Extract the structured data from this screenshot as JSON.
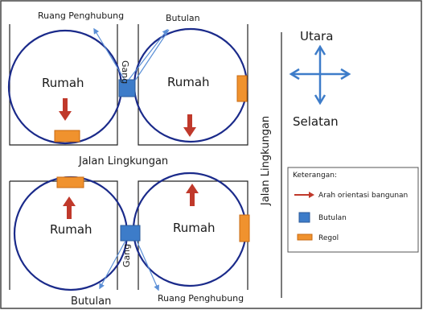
{
  "labels": {
    "ruang_penghubung_top": "Ruang Penghubung",
    "butulan_top": "Butulan",
    "gang_top": "Gang",
    "gang_bottom": "Gang",
    "butulan_bottom": "Butulan",
    "ruang_penghubung_bottom": "Ruang Penghubung",
    "rumah_tl": "Rumah",
    "rumah_tr": "Rumah",
    "rumah_bl": "Rumah",
    "rumah_br": "Rumah",
    "jalan_lingkungan_h": "Jalan Lingkungan",
    "jalan_lingkungan_v": "Jalan Lingkungan"
  },
  "compass": {
    "north": "Utara",
    "south": "Selatan"
  },
  "legend": {
    "title": "Keterangan:",
    "items": [
      {
        "label": "Arah orientasi bangunan",
        "kind": "arrow",
        "color": "#c0392b"
      },
      {
        "label": "Butulan",
        "kind": "square",
        "color": "#3d7cc9"
      },
      {
        "label": "Regol",
        "kind": "rect",
        "color": "#f0922e"
      }
    ]
  },
  "colors": {
    "circle": "#1a2a8a",
    "arrow": "#c0392b",
    "butulan": "#3d7cc9",
    "regol": "#f0922e",
    "pointer": "#5b8fd6",
    "compass": "#3d7cc9",
    "line": "#222222"
  }
}
